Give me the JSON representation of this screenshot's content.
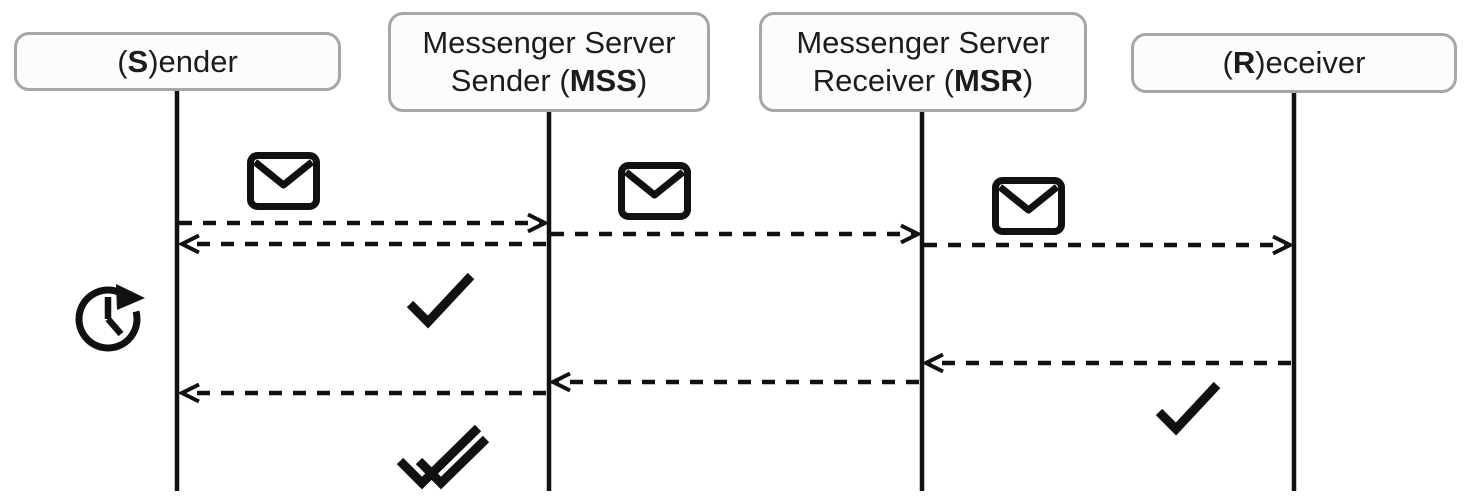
{
  "diagram_type": "sequence-diagram",
  "colors": {
    "background": "#ffffff",
    "stroke": "#111111",
    "box_border": "#a6a6a6",
    "box_fill": "#fcfcfc",
    "text": "#1c1c1c"
  },
  "actors": {
    "sender": {
      "pre": "(",
      "bold": "S",
      "post": ")ender"
    },
    "mss": {
      "line1": "Messenger Server",
      "line2_pre": "Sender (",
      "line2_bold": "MSS",
      "line2_post": ")"
    },
    "msr": {
      "line1": "Messenger Server",
      "line2_pre": "Receiver (",
      "line2_bold": "MSR",
      "line2_post": ")"
    },
    "receiver": {
      "pre": "(",
      "bold": "R",
      "post": ")eceiver"
    }
  },
  "messages": [
    {
      "from": "Sender",
      "to": "MSS",
      "style": "dashed",
      "icon": "envelope-icon"
    },
    {
      "from": "MSS",
      "to": "MSR",
      "style": "dashed",
      "icon": "envelope-icon"
    },
    {
      "from": "MSR",
      "to": "Receiver",
      "style": "dashed",
      "icon": "envelope-icon"
    },
    {
      "from": "MSS",
      "to": "Sender",
      "style": "dashed",
      "icon": null
    },
    {
      "from": "Receiver",
      "to": "MSR",
      "style": "dashed",
      "icon": null
    },
    {
      "from": "MSR",
      "to": "MSS",
      "style": "dashed",
      "icon": null
    },
    {
      "from": "MSS",
      "to": "Sender",
      "style": "dashed",
      "icon": null
    }
  ],
  "status_icons": [
    {
      "name": "clock-pending-icon",
      "near": "Sender lifeline"
    },
    {
      "name": "single-check-icon",
      "near": "MSS lifeline"
    },
    {
      "name": "single-check-icon",
      "near": "Receiver lifeline"
    },
    {
      "name": "double-check-icon",
      "near": "MSS lifeline"
    }
  ]
}
